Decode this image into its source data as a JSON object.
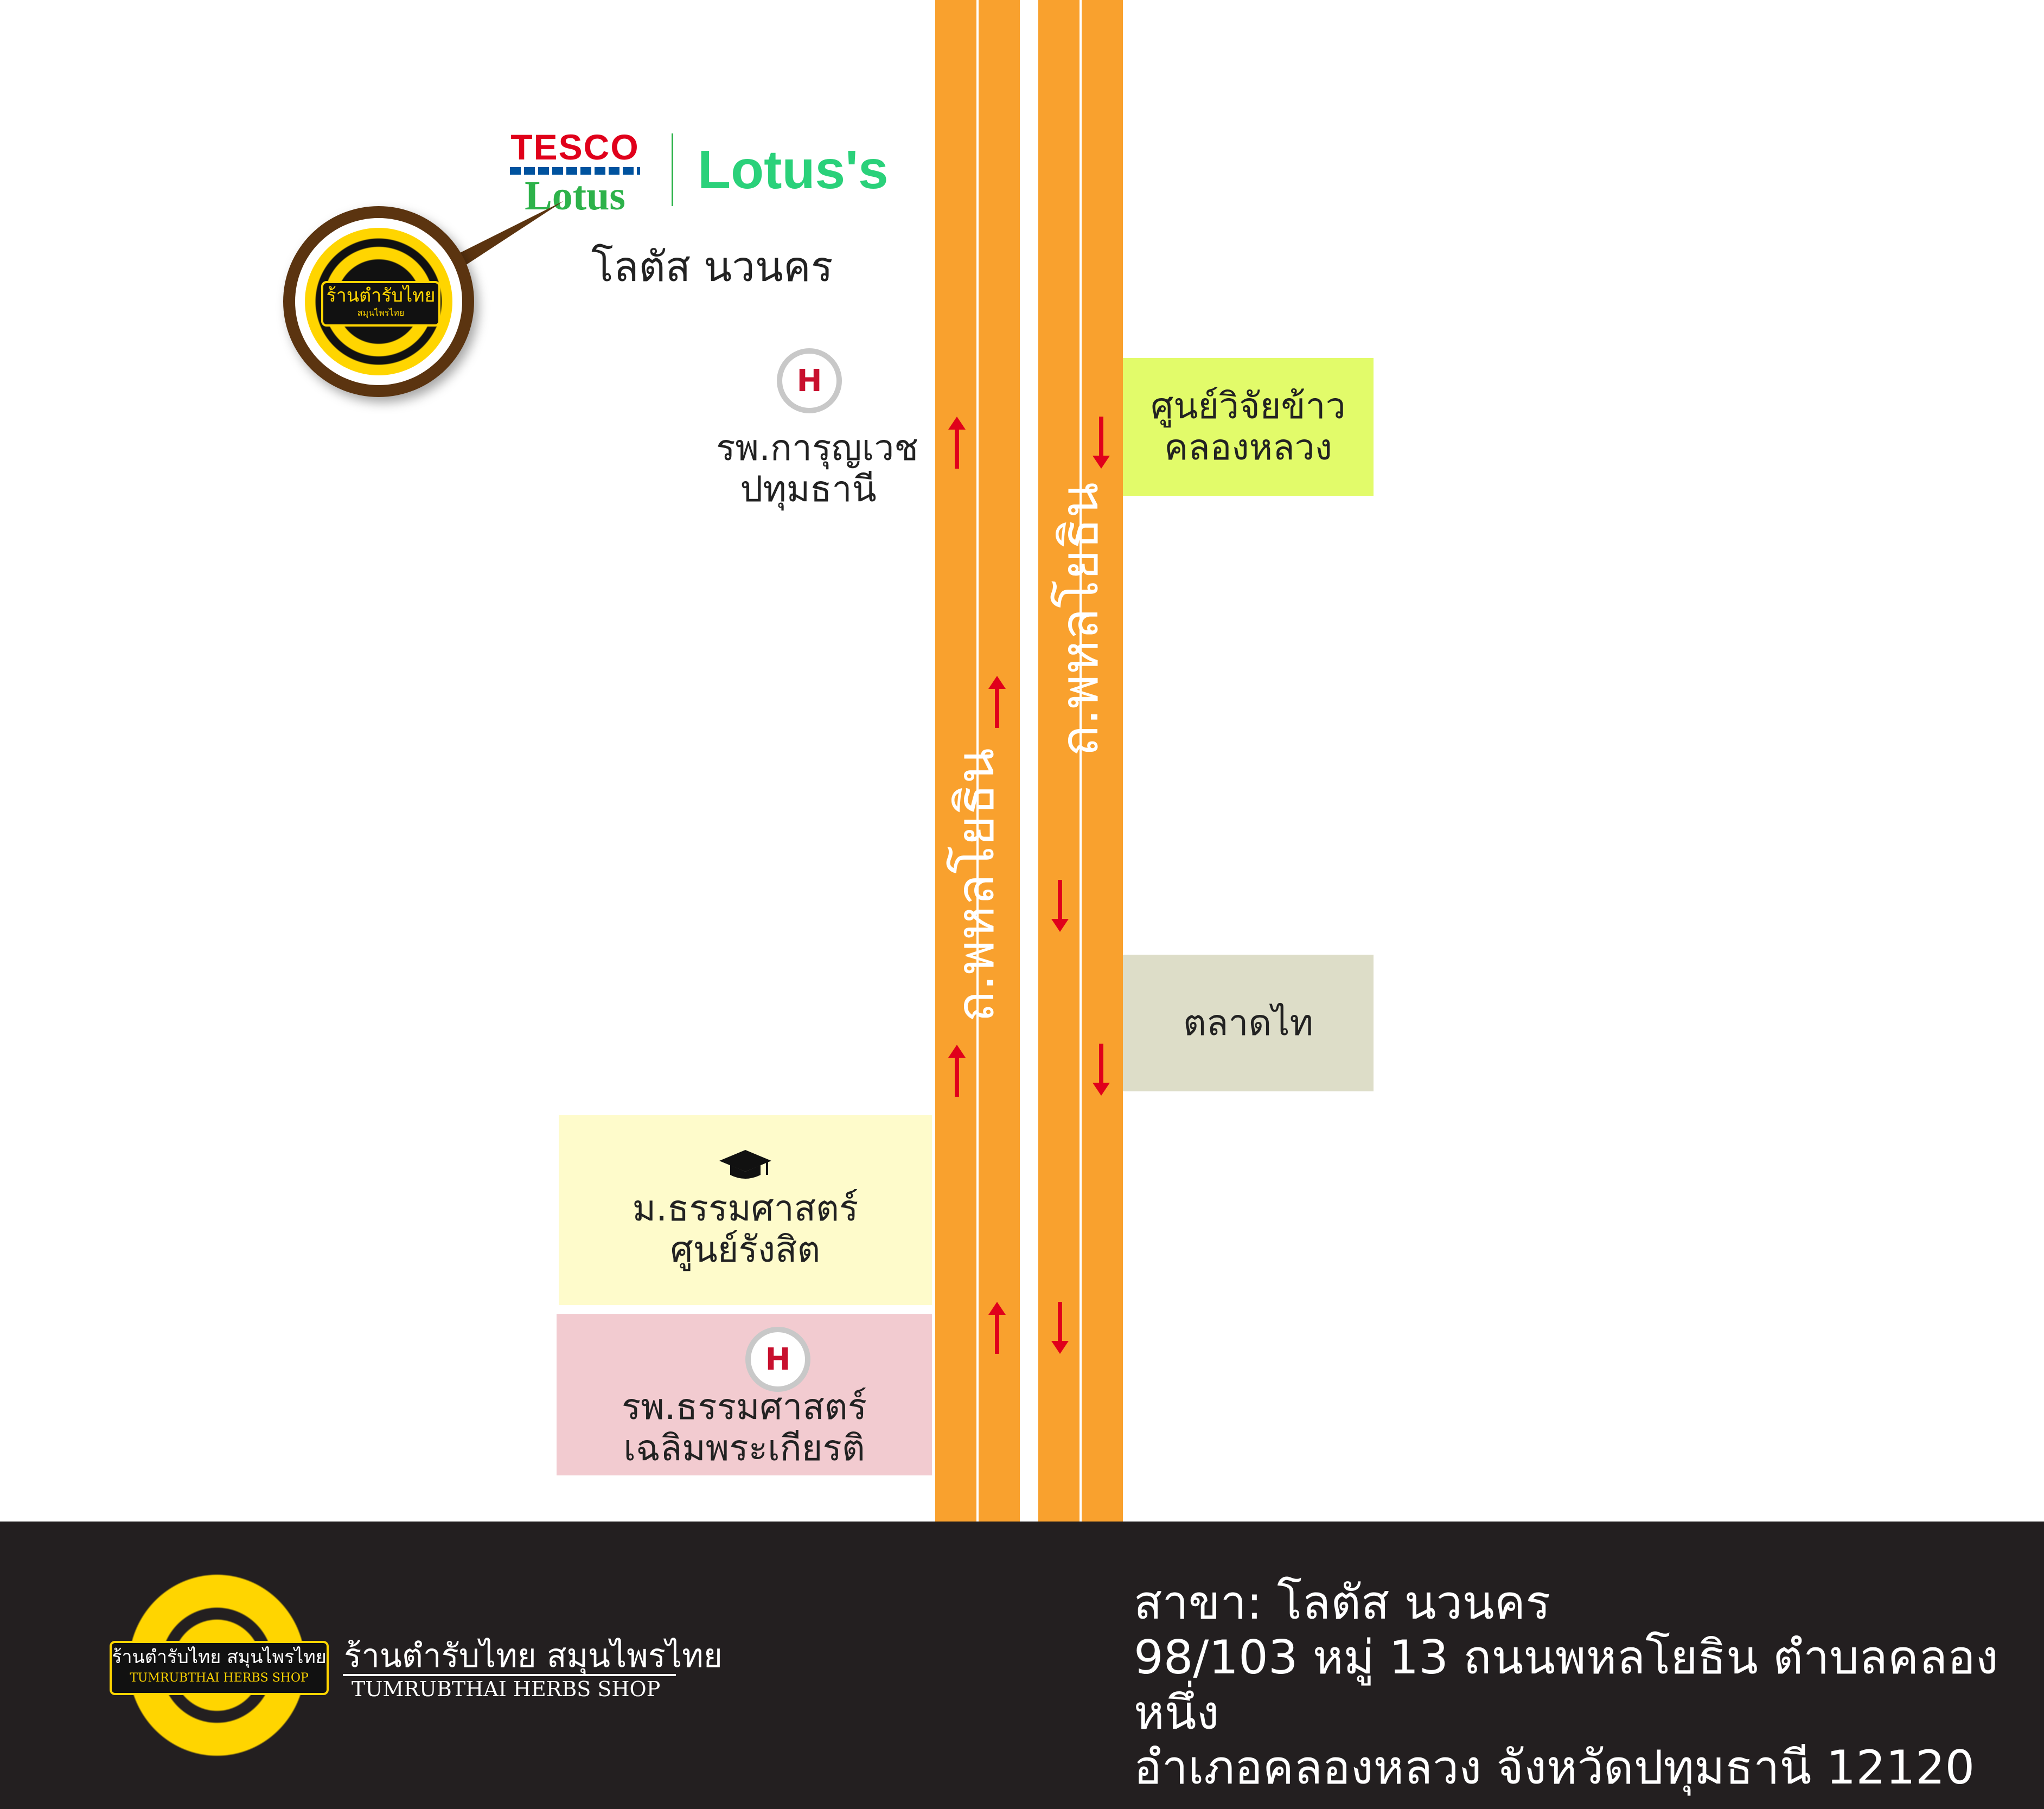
{
  "landmarks": {
    "tesco": {
      "line1": "TESCO",
      "line2": "Lotus"
    },
    "lotuss": {
      "label": "Lotus's"
    },
    "lotus_nawanakorn": "โลตัส นวนคร",
    "hospital_karunvech": {
      "line1": "รพ.การุญเวช",
      "line2": "ปทุมธานี"
    },
    "rice_research": {
      "line1": "ศูนย์วิจัยข้าว",
      "line2": "คลองหลวง"
    },
    "talad_thai": "ตลาดไท",
    "thammasat_univ": {
      "line1": "ม.ธรรมศาสตร์",
      "line2": "ศูนย์รังสิต"
    },
    "thammasat_hospital": {
      "line1": "รพ.ธรรมศาสตร์",
      "line2": "เฉลิมพระเกียรติ"
    }
  },
  "roads": {
    "left_label": "ถ.พหลโยธิน",
    "right_label": "ถ.พหลโยธิน"
  },
  "shop_badge": {
    "text": "ร้านตำรับไทย",
    "sub": "สมุนไพรไทย"
  },
  "footer": {
    "logo_text": "ร้านตำรับไทย สมุนไพรไทย",
    "logo_sub": "TUMRUBTHAI HERBS SHOP",
    "brand_th": "ร้านตำรับไทย สมุนไพรไทย",
    "brand_en": "TUMRUBTHAI HERBS SHOP",
    "branch": "สาขา: โลตัส นวนคร",
    "address1": "98/103 หมู่ 13 ถนนพหลโยธิน ตำบลคลองหนึ่ง",
    "address2": "อำเภอคลองหลวง จังหวัดปทุมธานี 12120"
  },
  "colors": {
    "road": "#f9a12e",
    "footer_bg": "#231f20",
    "rice_box": "#e2fb6a",
    "talad_box": "#ddddc8",
    "univ_box": "#fefbcb",
    "hospital_box": "#f2cbd0",
    "arrow": "#e0001b",
    "gold": "#ffd500"
  }
}
